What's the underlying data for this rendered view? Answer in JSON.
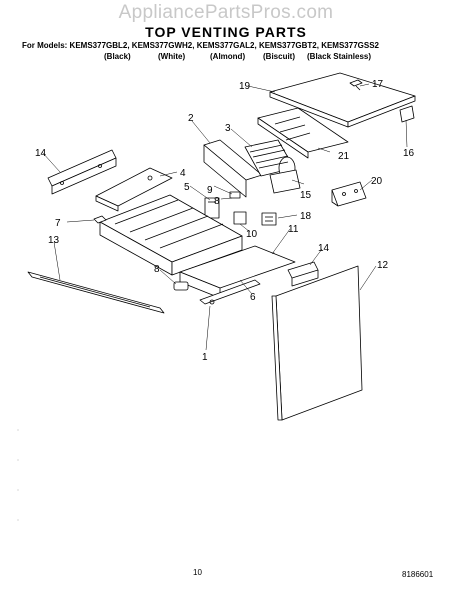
{
  "watermark": "AppliancePartsPros.com",
  "title": "TOP VENTING PARTS",
  "models": "For Models: KEMS377GBL2, KEMS377GWH2, KEMS377GAL2, KEMS377GBT2, KEMS377GSS2",
  "colors": [
    "(Black)",
    "(White)",
    "(Almond)",
    "(Biscuit)",
    "(Black Stainless)"
  ],
  "callouts": [
    "1",
    "2",
    "3",
    "4",
    "5",
    "6",
    "7",
    "8",
    "9",
    "10",
    "11",
    "12",
    "13",
    "14",
    "14",
    "15",
    "16",
    "17",
    "18",
    "19",
    "20",
    "21"
  ],
  "footer": {
    "page": "10",
    "doc_id": "8186601"
  }
}
